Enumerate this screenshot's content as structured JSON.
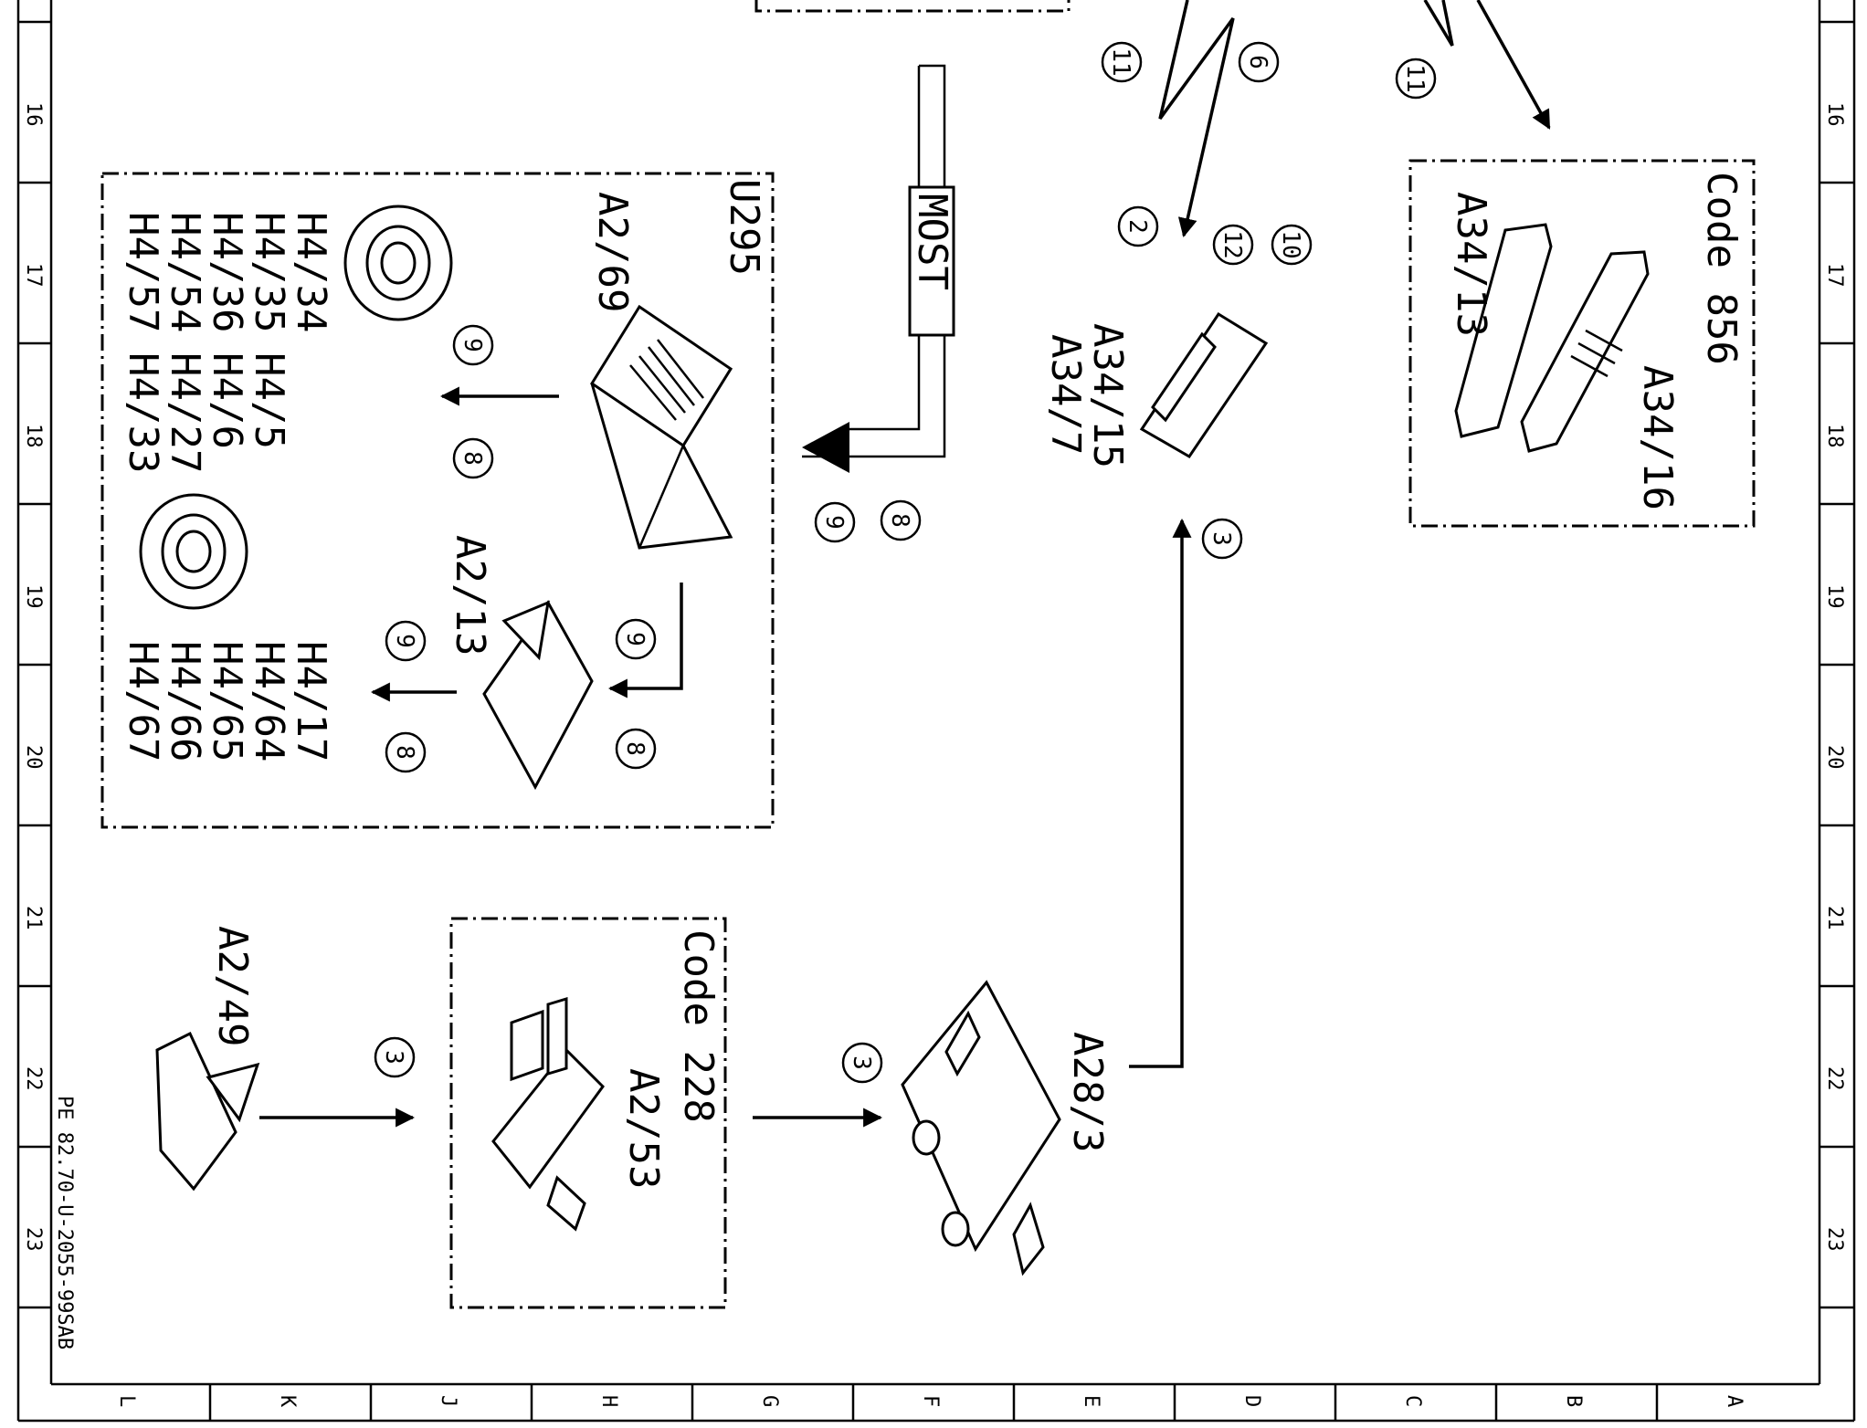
{
  "drawing_id": "PE 82.70-U-2055-99SAB",
  "border": {
    "rows": [
      "16",
      "17",
      "18",
      "19",
      "20",
      "21",
      "22",
      "23"
    ],
    "columns": [
      "L",
      "K",
      "J",
      "H",
      "G",
      "F",
      "E",
      "D",
      "C",
      "B",
      "A"
    ]
  },
  "bus_label": "MOST",
  "groups": {
    "u295": {
      "label": "U295"
    },
    "code856": {
      "label": "Code 856"
    },
    "code228": {
      "label": "Code 228"
    }
  },
  "components": {
    "a2_69": "A2/69",
    "a2_13": "A2/13",
    "a2_49": "A2/49",
    "a2_53": "A2/53",
    "a28_3": "A28/3",
    "a34_15": "A34/15",
    "a34_7": "A34/7",
    "a34_13": "A34/13",
    "a34_16": "A34/16"
  },
  "speaker_lists": {
    "upper": [
      "H4/34",
      "H4/35",
      "H4/36",
      "H4/54",
      "H4/57",
      "H4/5",
      "H4/6",
      "H4/27",
      "H4/33"
    ],
    "lower": [
      "H4/17",
      "H4/64",
      "H4/65",
      "H4/66",
      "H4/67"
    ]
  },
  "callouts": {
    "c11a": "11",
    "c6": "6",
    "c11b": "11",
    "c2": "2",
    "c12": "12",
    "c10": "10",
    "c3_top": "3",
    "c9_mid": "9",
    "c8_mid": "8",
    "c9_spk1": "9",
    "c8_spk1": "8",
    "c9_a213_in": "9",
    "c8_a213_in": "8",
    "c9_spk2": "9",
    "c8_spk2": "8",
    "c3_antenna": "3",
    "c3_a253": "3"
  }
}
